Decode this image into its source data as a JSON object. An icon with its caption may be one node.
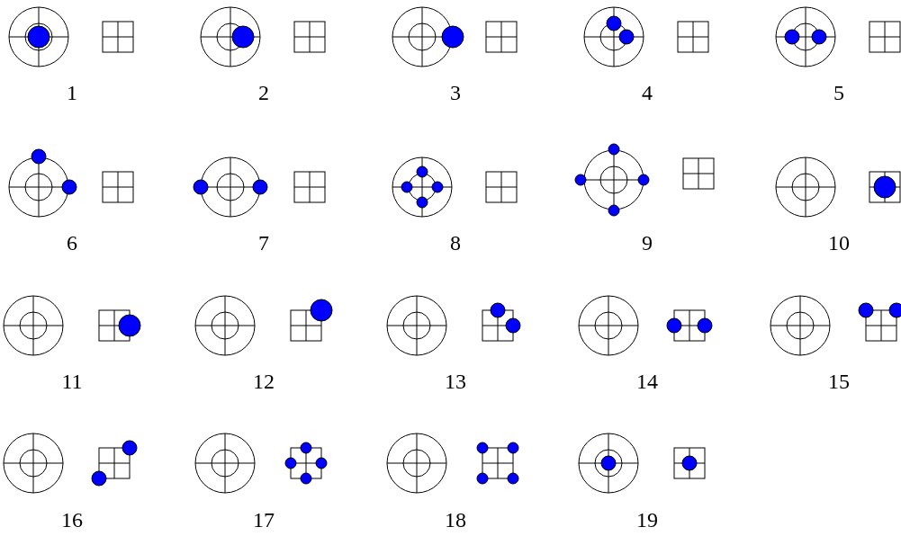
{
  "diagram": {
    "labels": [
      "1",
      "2",
      "3",
      "4",
      "5",
      "6",
      "7",
      "8",
      "9",
      "10",
      "11",
      "12",
      "13",
      "14",
      "15",
      "16",
      "17",
      "18",
      "19"
    ]
  }
}
